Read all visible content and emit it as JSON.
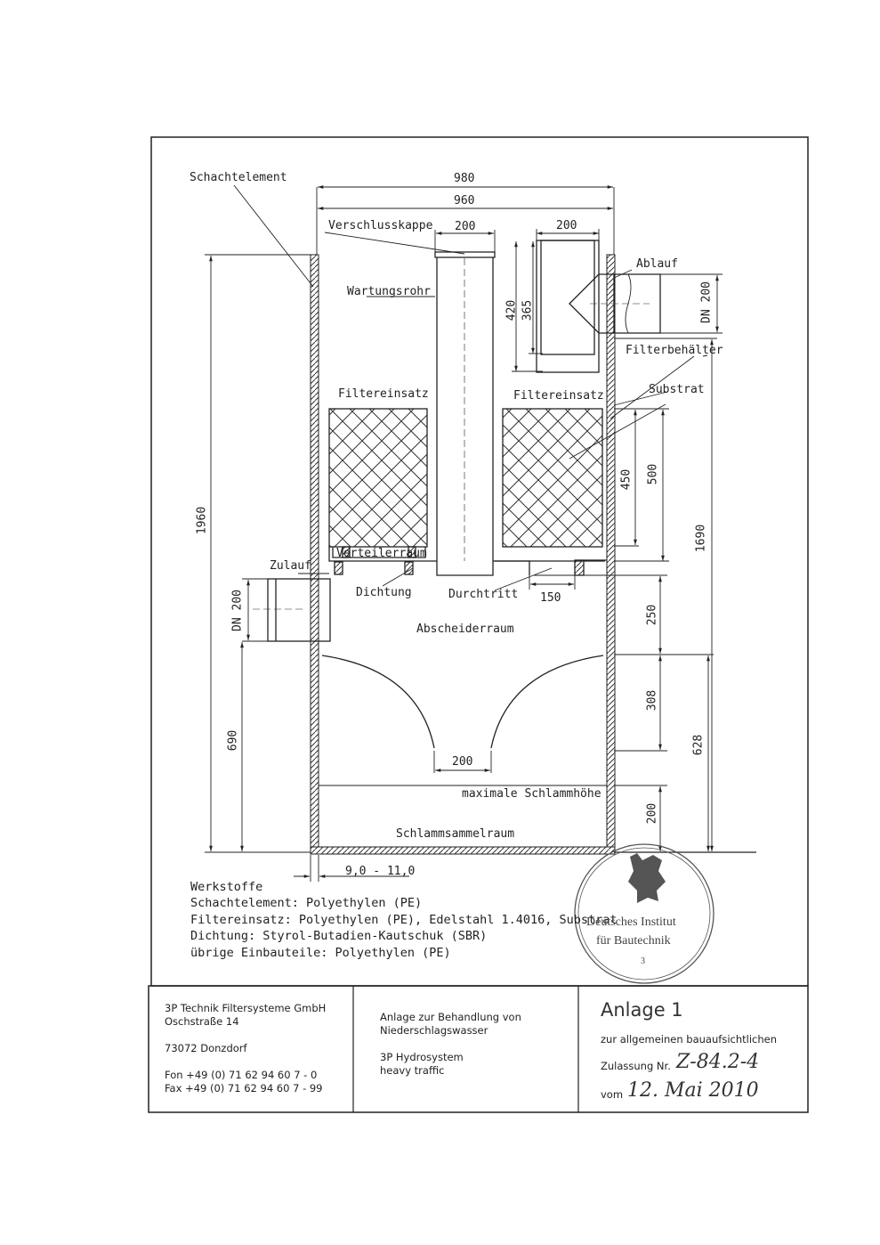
{
  "labels": {
    "schachtelement": "Schachtelement",
    "verschlusskappe": "Verschlusskappe",
    "wartungsrohr": "Wartungsrohr",
    "ablauf": "Ablauf",
    "filterbehaelter": "Filterbehälter",
    "filtereinsatz_left": "Filtereinsatz",
    "filtereinsatz_right": "Filtereinsatz",
    "substrat": "Substrat",
    "verteilerraum": "Verteilerraum",
    "zulauf": "Zulauf",
    "dichtung": "Dichtung",
    "durchtritt": "Durchtritt",
    "abscheiderraum": "Abscheiderraum",
    "max_schlammhoehe": "maximale Schlammhöhe",
    "schlammsammelraum": "Schlammsammelraum"
  },
  "dims": {
    "d980": "980",
    "d960": "960",
    "d200_cap": "200",
    "d200_outlet": "200",
    "d420": "420",
    "d365": "365",
    "dn200_out": "DN 200",
    "d450": "450",
    "d500": "500",
    "d1690": "1690",
    "d1960": "1960",
    "dn200_in": "DN 200",
    "d150": "150",
    "d250": "250",
    "d308": "308",
    "d628": "628",
    "d690": "690",
    "d200_cone": "200",
    "d200_bottom": "200",
    "wall": "9,0 - 11,0"
  },
  "materials": {
    "heading": "Werkstoffe",
    "lines": [
      "Schachtelement: Polyethylen (PE)",
      "Filtereinsatz: Polyethylen (PE), Edelstahl 1.4016, Substrat",
      "Dichtung: Styrol-Butadien-Kautschuk (SBR)",
      "übrige Einbauteile: Polyethylen (PE)"
    ]
  },
  "seal": {
    "line1": "Deutsches Institut",
    "line2": "für Bautechnik",
    "number": "3"
  },
  "titleblock": {
    "company": {
      "name": "3P Technik Filtersysteme GmbH",
      "street": "Oschstraße 14",
      "city": "73072 Donzdorf",
      "fon": "Fon +49 (0) 71 62 94 60 7 - 0",
      "fax": "Fax +49 (0) 71 62 94 60 7 - 99"
    },
    "description": {
      "line1": "Anlage zur Behandlung von",
      "line2": "Niederschlagswasser",
      "line3": "3P Hydrosystem",
      "line4": "heavy traffic"
    },
    "approval": {
      "anlage": "Anlage 1",
      "zur": "zur allgemeinen bauaufsichtlichen",
      "zulassung_label": "Zulassung Nr.",
      "zulassung_value": "Z-84.2-4",
      "vom_label": "vom",
      "vom_value": "12. Mai 2010"
    }
  },
  "colors": {
    "ink": "#222222",
    "paper": "#ffffff"
  }
}
